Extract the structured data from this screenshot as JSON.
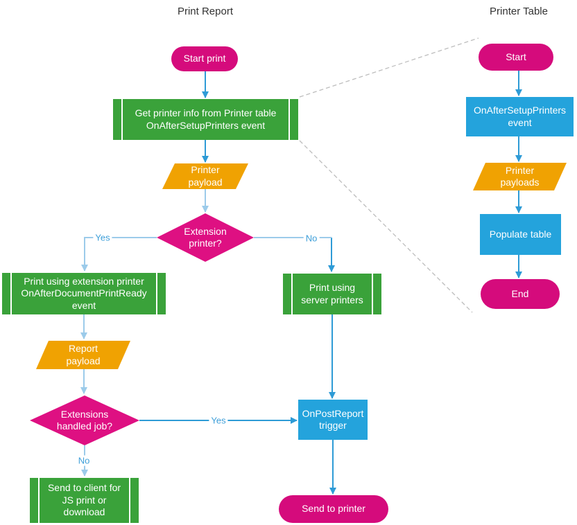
{
  "colors": {
    "pink": "#D50B7C",
    "pink_diamond": "#DE1082",
    "green": "#3AA23A",
    "orange": "#F0A202",
    "blue": "#24A3DC",
    "line_dark": "#2E9BD6",
    "line_light": "#9CCBEA",
    "label_blue": "#3E9FD9",
    "dashed_gray": "#BDBDBD",
    "title_text": "#333333"
  },
  "titles": {
    "print_report": "Print Report",
    "printer_table": "Printer Table"
  },
  "print_report": {
    "start": "Start print",
    "get_printer_info": "Get printer info from Printer table\nOnAfterSetupPrinters event",
    "printer_payload": "Printer\npayload",
    "extension_printer_question": "Extension\nprinter?",
    "label_yes": "Yes",
    "label_no": "No",
    "print_using_extension": "Print using extension printer\nOnAfterDocumentPrintReady\nevent",
    "report_payload": "Report\npayload",
    "extensions_handled_question": "Extensions\nhandled job?",
    "label_no_2": "No",
    "send_to_client": "Send to client for\nJS print or\ndownload",
    "print_using_server": "Print using\nserver printers",
    "label_yes_2": "Yes",
    "onpostreport_trigger": "OnPostReport\ntrigger",
    "send_to_printer": "Send to printer"
  },
  "printer_table": {
    "start": "Start",
    "onaftersetupprinters_event": "OnAfterSetupPrinters\nevent",
    "printer_payloads": "Printer\npayloads",
    "populate_table": "Populate table",
    "end": "End"
  }
}
